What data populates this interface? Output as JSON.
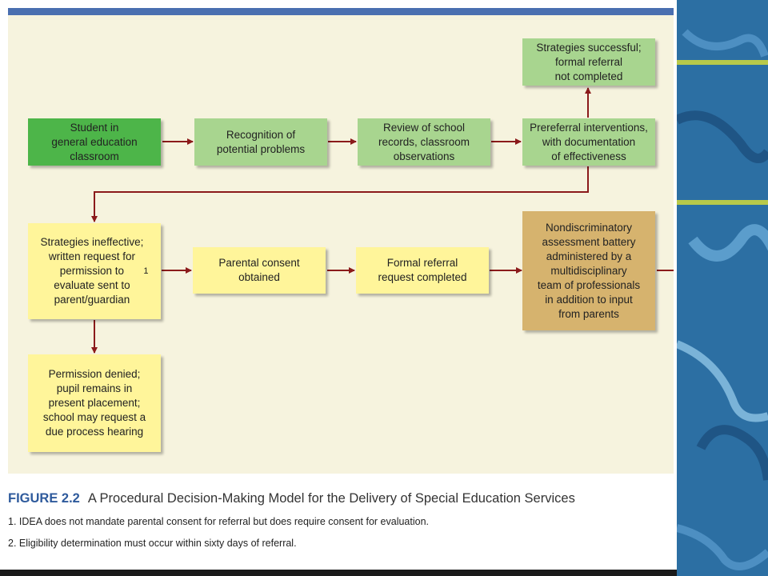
{
  "figure": {
    "number": "FIGURE 2.2",
    "title": "A Procedural Decision-Making Model for the Delivery of Special Education Services"
  },
  "boxes": {
    "student": "Student in\ngeneral education\nclassroom",
    "recognition": "Recognition of\npotential problems",
    "review": "Review of school\nrecords, classroom\nobservations",
    "prereferral": "Prereferral interventions,\nwith documentation\nof effectiveness",
    "successful": "Strategies successful;\nformal referral\nnot completed",
    "ineffective": "Strategies ineffective;\nwritten request for\npermission to\nevaluate sent to\nparent/guardian",
    "ineffective_note": "1",
    "consent": "Parental consent\nobtained",
    "formal": "Formal referral\nrequest completed",
    "assessment": "Nondiscriminatory\nassessment battery\nadministered by a\nmultidisciplinary\nteam of professionals\nin addition to input\nfrom parents",
    "denied": "Permission denied;\npupil remains in\npresent placement;\nschool may request a\ndue process hearing"
  },
  "footnotes": [
    "1. IDEA does not mandate parental consent for referral but does require consent for evaluation.",
    "2. Eligibility determination must occur within sixty days of referral."
  ],
  "colors": {
    "panel": "#f6f3de",
    "arrow": "#8b1a1a",
    "dark_green": "#4db549",
    "light_green": "#a8d58f",
    "yellow": "#fff59a",
    "tan": "#d6b36e",
    "figure_label": "#2e5a9c"
  }
}
